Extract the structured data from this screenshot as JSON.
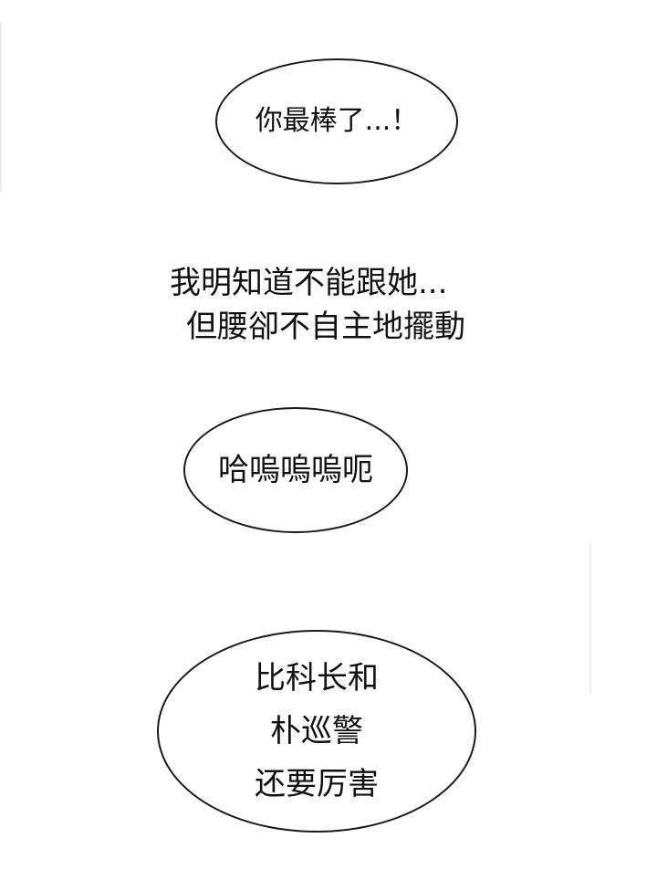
{
  "bubbles": [
    {
      "lines": [
        "你最棒了...！"
      ]
    },
    {
      "lines": [
        "哈嗚嗚嗚呃"
      ]
    },
    {
      "lines": [
        "比科长和",
        "朴巡警",
        "还要厉害"
      ]
    }
  ],
  "narration": {
    "lines": [
      "我明知道不能跟她...",
      "但腰卻不自主地擺動"
    ]
  },
  "colors": {
    "background": "#ffffff",
    "text": "#111111",
    "bubble_border": "#1a1a1a"
  }
}
